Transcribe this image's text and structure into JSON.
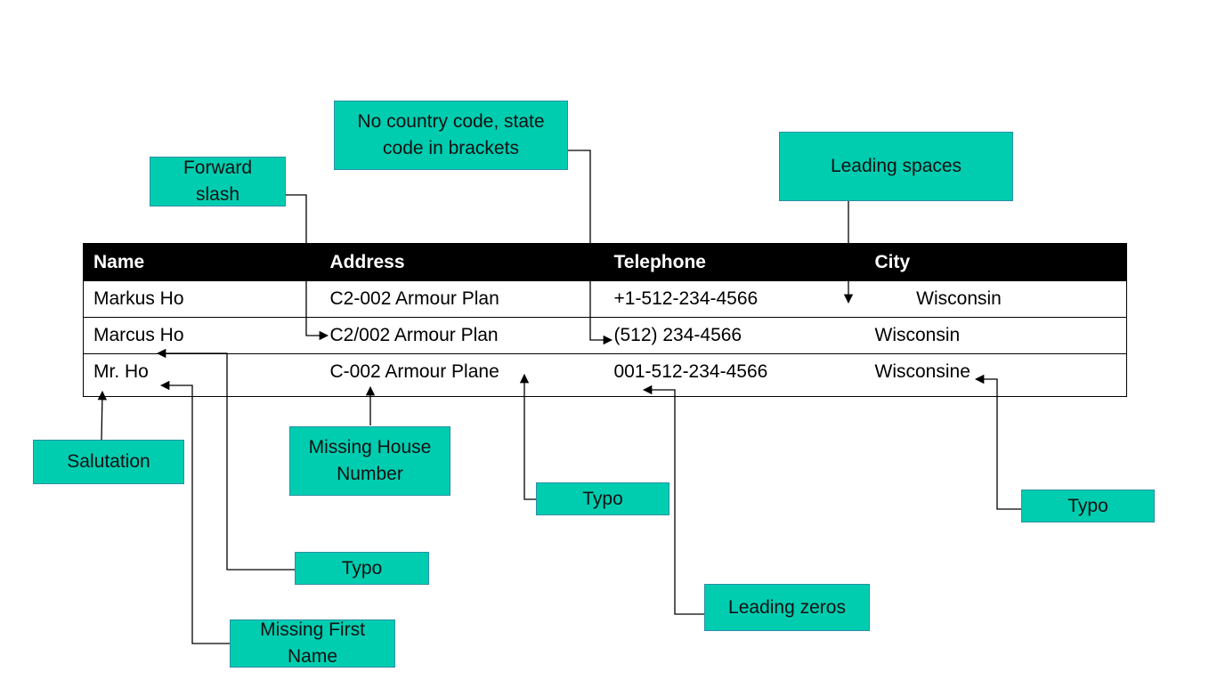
{
  "table": {
    "headers": [
      "Name",
      "Address",
      "Telephone",
      "City"
    ],
    "rows": [
      [
        "Markus Ho",
        "C2-002 Armour Plan",
        "+1-512-234-4566",
        "        Wisconsin"
      ],
      [
        "Marcus Ho",
        "C2/002 Armour Plan",
        "(512) 234-4566",
        "Wisconsin"
      ],
      [
        "Mr. Ho",
        "C-002 Armour Plane",
        "001-512-234-4566",
        "Wisconsine"
      ]
    ]
  },
  "callouts": {
    "forward_slash": "Forward slash",
    "no_country_code": "No country code, state code in brackets",
    "leading_spaces": "Leading spaces",
    "salutation": "Salutation",
    "missing_house_number": "Missing House Number",
    "typo_address": "Typo",
    "typo_city": "Typo",
    "typo_name": "Typo",
    "leading_zeros": "Leading zeros",
    "missing_first_name": "Missing First Name"
  },
  "colors": {
    "callout_fill": "#00cdb0",
    "callout_border": "#2b8fa6",
    "header_fill": "#000000"
  }
}
